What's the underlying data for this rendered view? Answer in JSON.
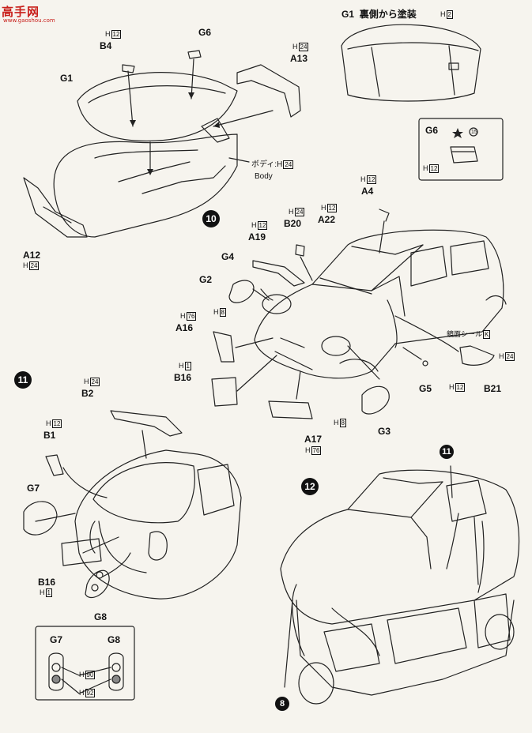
{
  "watermark": {
    "brand": "高手网",
    "url": "www.gaoshou.com"
  },
  "steps": {
    "s10": "10",
    "s11": "11",
    "s12": "12",
    "s11b": "11",
    "s8": "8"
  },
  "top_right": {
    "part": "G1",
    "note": "裏側から塗装",
    "h": "H",
    "h_code": "2"
  },
  "g6_box": {
    "part": "G6",
    "star_code": "15",
    "h": "H",
    "h_code": "12"
  },
  "parts": {
    "b4": {
      "name": "B4",
      "h": "H",
      "code": "12"
    },
    "g6": {
      "name": "G6"
    },
    "a13": {
      "name": "A13",
      "h": "H",
      "code": "24"
    },
    "g1": {
      "name": "G1"
    },
    "body": {
      "jp": "ボディ:",
      "h": "H",
      "code": "24",
      "en": "Body"
    },
    "a12": {
      "name": "A12",
      "h": "H",
      "code": "24"
    },
    "a4": {
      "name": "A4",
      "h": "H",
      "code": "12"
    },
    "b20": {
      "name": "B20",
      "h": "H",
      "code": "24"
    },
    "a22": {
      "name": "A22",
      "h": "H",
      "code": "12"
    },
    "a19": {
      "name": "A19",
      "h": "H",
      "code": "12"
    },
    "g4": {
      "name": "G4"
    },
    "g2": {
      "name": "G2",
      "h": "H",
      "code": "8"
    },
    "a16": {
      "name": "A16",
      "h": "H",
      "code": "76"
    },
    "b16a": {
      "name": "B16",
      "h": "H",
      "code": "1"
    },
    "mirror": {
      "label": "鏡面シール",
      "code": "K"
    },
    "b21": {
      "name": "B21",
      "h": "H",
      "code": "24"
    },
    "g5": {
      "name": "G5",
      "h": "H",
      "code": "12"
    },
    "g3": {
      "name": "G3",
      "h": "H",
      "code": "8"
    },
    "a17": {
      "name": "A17",
      "h": "H",
      "code": "76"
    },
    "b2": {
      "name": "B2",
      "h": "H",
      "code": "24"
    },
    "b1": {
      "name": "B1",
      "h": "H",
      "code": "12"
    },
    "g7": {
      "name": "G7"
    },
    "b16b": {
      "name": "B16",
      "h": "H",
      "code": "1"
    },
    "g8": {
      "name": "G8"
    }
  },
  "lamp_box": {
    "left": "G7",
    "right": "G8",
    "h1": "H",
    "c1": "90",
    "h2": "H",
    "c2": "92"
  },
  "colors": {
    "ink": "#111111",
    "paper": "#f6f4ee",
    "watermark": "#c8201b"
  }
}
